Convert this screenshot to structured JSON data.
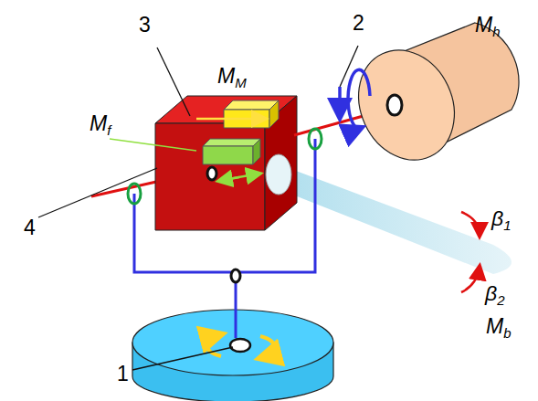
{
  "diagram": {
    "labels": [
      "4",
      "3",
      "MM",
      "2",
      "Mh",
      "Mf",
      "1",
      "Mb",
      "β1",
      "β2"
    ]
  }
}
